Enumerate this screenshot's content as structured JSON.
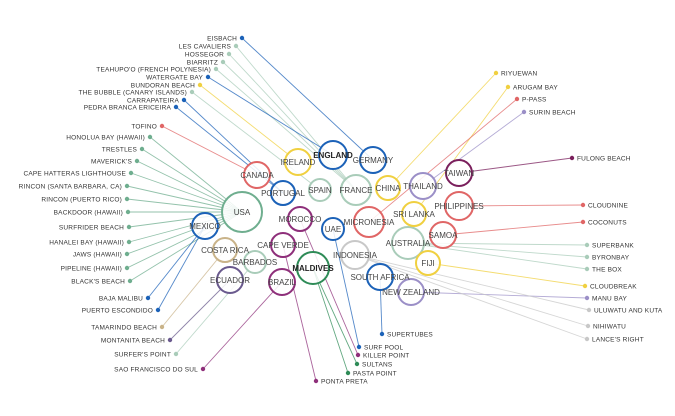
{
  "countries": [
    {
      "id": "usa",
      "label": "USA",
      "color": "#6fae8f",
      "bold": false
    },
    {
      "id": "canada",
      "label": "CANADA",
      "color": "#e06666",
      "bold": false
    },
    {
      "id": "mexico",
      "label": "MEXICO",
      "color": "#1c62b8",
      "bold": false
    },
    {
      "id": "costarica",
      "label": "COSTA RICA",
      "color": "#c9b389",
      "bold": false
    },
    {
      "id": "barbados",
      "label": "BARBADOS",
      "color": "#a9ccb9",
      "bold": false
    },
    {
      "id": "ecuador",
      "label": "ECUADOR",
      "color": "#6a5a8e",
      "bold": false
    },
    {
      "id": "brazil",
      "label": "BRAZIL",
      "color": "#8e2f7a",
      "bold": false
    },
    {
      "id": "capeverde",
      "label": "CAPE VERDE",
      "color": "#8e2f7a",
      "bold": false
    },
    {
      "id": "morocco",
      "label": "MOROCCO",
      "color": "#8e2f7a",
      "bold": false
    },
    {
      "id": "maldives",
      "label": "MALDIVES",
      "color": "#2e8b57",
      "bold": true
    },
    {
      "id": "uae",
      "label": "UAE",
      "color": "#1c62b8",
      "bold": false
    },
    {
      "id": "indonesia",
      "label": "INDONESIA",
      "color": "#c8c8c8",
      "bold": false
    },
    {
      "id": "southafrica",
      "label": "SOUTH AFRICA",
      "color": "#1c62b8",
      "bold": false
    },
    {
      "id": "newzealand",
      "label": "NEW ZEALAND",
      "color": "#9b8fc7",
      "bold": false
    },
    {
      "id": "portugal",
      "label": "PORTUGAL",
      "color": "#1c62b8",
      "bold": false
    },
    {
      "id": "spain",
      "label": "SPAIN",
      "color": "#a9ccb9",
      "bold": false
    },
    {
      "id": "ireland",
      "label": "IRELAND",
      "color": "#f0d040",
      "bold": false
    },
    {
      "id": "england",
      "label": "ENGLAND",
      "color": "#1c62b8",
      "bold": true
    },
    {
      "id": "france",
      "label": "FRANCE",
      "color": "#a9ccb9",
      "bold": false
    },
    {
      "id": "germany",
      "label": "GERMANY",
      "color": "#1c62b8",
      "bold": false
    },
    {
      "id": "china",
      "label": "CHINA",
      "color": "#f0d040",
      "bold": false
    },
    {
      "id": "micronesia",
      "label": "MICRONESIA",
      "color": "#e06666",
      "bold": false
    },
    {
      "id": "australia",
      "label": "AUSTRALIA",
      "color": "#a9ccb9",
      "bold": false
    },
    {
      "id": "srilanka",
      "label": "SRI LANKA",
      "color": "#f0d040",
      "bold": false
    },
    {
      "id": "thailand",
      "label": "THAILAND",
      "color": "#9b8fc7",
      "bold": false
    },
    {
      "id": "taiwan",
      "label": "TAIWAN",
      "color": "#7a1f5c",
      "bold": false
    },
    {
      "id": "philippines",
      "label": "PHILIPPINES",
      "color": "#e06666",
      "bold": false
    },
    {
      "id": "samoa",
      "label": "SAMOA",
      "color": "#e06666",
      "bold": false
    },
    {
      "id": "fiji",
      "label": "FIJI",
      "color": "#f0d040",
      "bold": false
    }
  ],
  "spots": [
    {
      "label": "EISBACH",
      "color": "#1c62b8",
      "side": "left",
      "country": "germany"
    },
    {
      "label": "LES CAVALIERS",
      "color": "#a9ccb9",
      "side": "left",
      "country": "france"
    },
    {
      "label": "HOSSEGOR",
      "color": "#a9ccb9",
      "side": "left",
      "country": "france"
    },
    {
      "label": "BIARRITZ",
      "color": "#a9ccb9",
      "side": "left",
      "country": "france"
    },
    {
      "label": "TEAHUPO'O (FRENCH POLYNESIA)",
      "color": "#a9ccb9",
      "side": "left",
      "country": "france"
    },
    {
      "label": "WATERGATE BAY",
      "color": "#1c62b8",
      "side": "left",
      "country": "england"
    },
    {
      "label": "BUNDORAN BEACH",
      "color": "#f0d040",
      "side": "left",
      "country": "ireland"
    },
    {
      "label": "THE BUBBLE (CANARY ISLANDS)",
      "color": "#a9ccb9",
      "side": "left",
      "country": "spain"
    },
    {
      "label": "CARRAPATEIRA",
      "color": "#1c62b8",
      "side": "left",
      "country": "portugal"
    },
    {
      "label": "PEDRA BRANCA ERICEIRA",
      "color": "#1c62b8",
      "side": "left",
      "country": "portugal"
    },
    {
      "label": "TOFINO",
      "color": "#e06666",
      "side": "left",
      "country": "canada"
    },
    {
      "label": "HONOLUA BAY (HAWAII)",
      "color": "#6fae8f",
      "side": "left",
      "country": "usa"
    },
    {
      "label": "TRESTLES",
      "color": "#6fae8f",
      "side": "left",
      "country": "usa"
    },
    {
      "label": "MAVERICK'S",
      "color": "#6fae8f",
      "side": "left",
      "country": "usa"
    },
    {
      "label": "CAPE HATTERAS LIGHTHOUSE",
      "color": "#6fae8f",
      "side": "left",
      "country": "usa"
    },
    {
      "label": "RINCON (SANTA BARBARA, CA)",
      "color": "#6fae8f",
      "side": "left",
      "country": "usa"
    },
    {
      "label": "RINCON (PUERTO RICO)",
      "color": "#6fae8f",
      "side": "left",
      "country": "usa"
    },
    {
      "label": "BACKDOOR (HAWAII)",
      "color": "#6fae8f",
      "side": "left",
      "country": "usa"
    },
    {
      "label": "SURFRIDER BEACH",
      "color": "#6fae8f",
      "side": "left",
      "country": "usa"
    },
    {
      "label": "HANALEI BAY (HAWAII)",
      "color": "#6fae8f",
      "side": "left",
      "country": "usa"
    },
    {
      "label": "JAWS (HAWAII)",
      "color": "#6fae8f",
      "side": "left",
      "country": "usa"
    },
    {
      "label": "PIPELINE (HAWAII)",
      "color": "#6fae8f",
      "side": "left",
      "country": "usa"
    },
    {
      "label": "BLACK'S BEACH",
      "color": "#6fae8f",
      "side": "left",
      "country": "usa"
    },
    {
      "label": "BAJA MALIBU",
      "color": "#1c62b8",
      "side": "left",
      "country": "mexico"
    },
    {
      "label": "PUERTO ESCONDIDO",
      "color": "#1c62b8",
      "side": "left",
      "country": "mexico"
    },
    {
      "label": "TAMARINDO BEACH",
      "color": "#c9b389",
      "side": "left",
      "country": "costarica"
    },
    {
      "label": "MONTANITA BEACH",
      "color": "#6a5a8e",
      "side": "left",
      "country": "ecuador"
    },
    {
      "label": "SURFER'S POINT",
      "color": "#a9ccb9",
      "side": "left",
      "country": "barbados"
    },
    {
      "label": "SAO FRANCISCO DO SUL",
      "color": "#8e2f7a",
      "side": "left",
      "country": "brazil"
    },
    {
      "label": "PONTA PRETA",
      "color": "#8e2f7a",
      "side": "right",
      "country": "capeverde"
    },
    {
      "label": "PASTA POINT",
      "color": "#2e8b57",
      "side": "right",
      "country": "maldives"
    },
    {
      "label": "SULTANS",
      "color": "#2e8b57",
      "side": "right",
      "country": "maldives"
    },
    {
      "label": "KILLER POINT",
      "color": "#8e2f7a",
      "side": "right",
      "country": "morocco"
    },
    {
      "label": "SURF POOL",
      "color": "#1c62b8",
      "side": "right",
      "country": "uae"
    },
    {
      "label": "SUPERTUBES",
      "color": "#1c62b8",
      "side": "right",
      "country": "southafrica"
    },
    {
      "label": "RIYUEWAN",
      "color": "#f0d040",
      "side": "right",
      "country": "china"
    },
    {
      "label": "ARUGAM BAY",
      "color": "#f0d040",
      "side": "right",
      "country": "srilanka"
    },
    {
      "label": "P-PASS",
      "color": "#e06666",
      "side": "right",
      "country": "micronesia"
    },
    {
      "label": "SURIN BEACH",
      "color": "#9b8fc7",
      "side": "right",
      "country": "thailand"
    },
    {
      "label": "FULONG BEACH",
      "color": "#7a1f5c",
      "side": "right",
      "country": "taiwan"
    },
    {
      "label": "CLOUDNINE",
      "color": "#e06666",
      "side": "right",
      "country": "philippines"
    },
    {
      "label": "COCONUTS",
      "color": "#e06666",
      "side": "right",
      "country": "samoa"
    },
    {
      "label": "SUPERBANK",
      "color": "#a9ccb9",
      "side": "right",
      "country": "australia"
    },
    {
      "label": "BYRONBAY",
      "color": "#a9ccb9",
      "side": "right",
      "country": "australia"
    },
    {
      "label": "THE BOX",
      "color": "#a9ccb9",
      "side": "right",
      "country": "australia"
    },
    {
      "label": "CLOUDBREAK",
      "color": "#f0d040",
      "side": "right",
      "country": "fiji"
    },
    {
      "label": "MANU BAY",
      "color": "#9b8fc7",
      "side": "right",
      "country": "newzealand"
    },
    {
      "label": "ULUWATU AND KUTA",
      "color": "#c8c8c8",
      "side": "right",
      "country": "indonesia"
    },
    {
      "label": "NIHIWATU",
      "color": "#c8c8c8",
      "side": "right",
      "country": "indonesia"
    },
    {
      "label": "LANCE'S RIGHT",
      "color": "#c8c8c8",
      "side": "right",
      "country": "indonesia"
    }
  ]
}
